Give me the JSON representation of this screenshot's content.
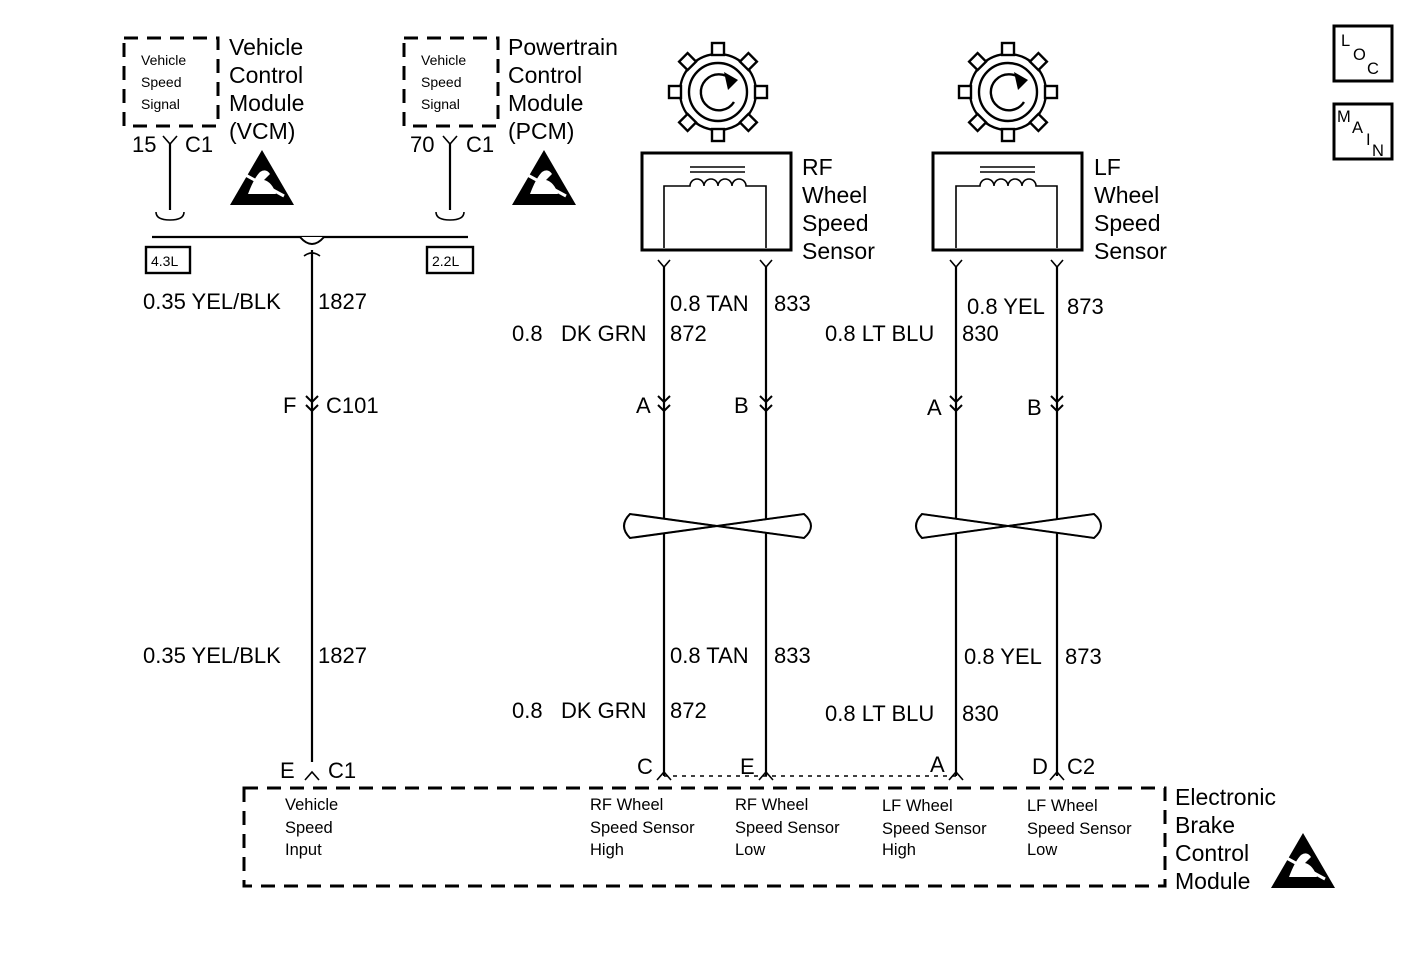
{
  "vcm": {
    "box_lines": [
      "Vehicle",
      "Speed",
      "Signal"
    ],
    "name_lines": [
      "Vehicle",
      "Control",
      "Module",
      "(VCM)"
    ],
    "pin": "15",
    "connector": "C1"
  },
  "pcm": {
    "box_lines": [
      "Vehicle",
      "Speed",
      "Signal"
    ],
    "name_lines": [
      "Powertrain",
      "Control",
      "Module",
      "(PCM)"
    ],
    "pin": "70",
    "connector": "C1"
  },
  "engine_tags": [
    "4.3L",
    "2.2L"
  ],
  "vss_wire": {
    "upper": {
      "size_color": "0.35 YEL/BLK",
      "circuit": "1827"
    },
    "lower": {
      "size_color": "0.35 YEL/BLK",
      "circuit": "1827"
    },
    "inline_connector": {
      "pin": "F",
      "name": "C101"
    }
  },
  "rf_sensor": {
    "name_lines": [
      "RF",
      "Wheel",
      "Speed",
      "Sensor"
    ],
    "wire_a": {
      "size": "0.8",
      "color": "DK GRN",
      "circuit": "872",
      "pin": "A"
    },
    "wire_b": {
      "size_color": "0.8 TAN",
      "circuit": "833",
      "pin": "B"
    }
  },
  "lf_sensor": {
    "name_lines": [
      "LF",
      "Wheel",
      "Speed",
      "Sensor"
    ],
    "wire_a": {
      "size_color": "0.8 LT BLU",
      "circuit": "830",
      "pin": "A"
    },
    "wire_b": {
      "size_color": "0.8 YEL",
      "circuit": "873",
      "pin": "B"
    }
  },
  "lower_labels": {
    "rf_a": {
      "size": "0.8",
      "color": "DK GRN",
      "circuit": "872"
    },
    "rf_b": {
      "size_color": "0.8 TAN",
      "circuit": "833"
    },
    "lf_a": {
      "size_color": "0.8 LT BLU",
      "circuit": "830"
    },
    "lf_b": {
      "size_color": "0.8 YEL",
      "circuit": "873"
    }
  },
  "ebcm": {
    "name_lines": [
      "Electronic",
      "Brake",
      "Control",
      "Module"
    ],
    "pins": [
      {
        "pin": "E",
        "connector": "C1",
        "lines": [
          "Vehicle",
          "Speed",
          "Input"
        ]
      },
      {
        "pin": "C",
        "lines": [
          "RF Wheel",
          "Speed Sensor",
          "High"
        ]
      },
      {
        "pin": "E",
        "lines": [
          "RF Wheel",
          "Speed Sensor",
          "Low"
        ]
      },
      {
        "pin": "A",
        "lines": [
          "LF Wheel",
          "Speed Sensor",
          "High"
        ]
      },
      {
        "pin": "D",
        "connector": "C2",
        "lines": [
          "LF Wheel",
          "Speed Sensor",
          "Low"
        ]
      }
    ]
  },
  "nav_buttons": {
    "loc": [
      "L",
      "O",
      "C"
    ],
    "main": [
      "M",
      "A",
      "I",
      "N"
    ]
  },
  "icons": {
    "esd": "esd-warning-icon",
    "tone_ring": "tone-ring-icon",
    "twisted_pair": "twisted-pair-icon"
  }
}
